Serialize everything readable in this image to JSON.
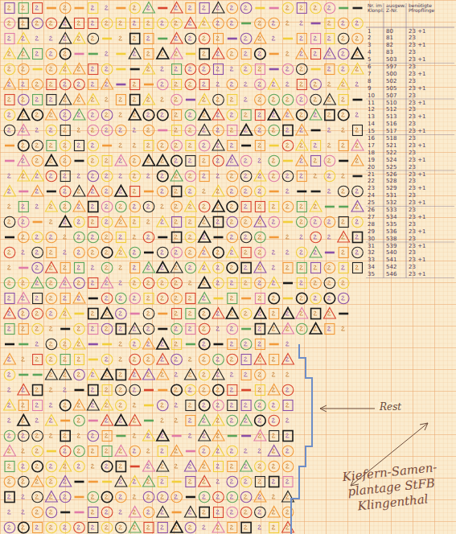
{
  "diagram": {
    "title": "Kiefern-Samen- plantage StFB Klingenthal",
    "labels": [
      "Nr. im Klonpl.",
      "ausgew. Z-Nr.",
      "benötigte Pfropflinge",
      "1",
      "80",
      "23 +1",
      "2",
      "81",
      "23",
      "3",
      "82",
      "23 +1",
      "4",
      "83",
      "23",
      "5",
      "503",
      "23 +1",
      "6",
      "597",
      "23",
      "7",
      "500",
      "23 +1",
      "8",
      "502",
      "23",
      "9",
      "505",
      "23 +1",
      "10",
      "507",
      "23",
      "11",
      "510",
      "23 +1",
      "12",
      "512",
      "23",
      "13",
      "513",
      "23 +1",
      "14",
      "516",
      "23",
      "15",
      "517",
      "23 +1",
      "16",
      "518",
      "23",
      "17",
      "521",
      "23 +1",
      "18",
      "522",
      "23",
      "19",
      "524",
      "23 +1",
      "20",
      "525",
      "23",
      "21",
      "526",
      "23 +1",
      "22",
      "528",
      "23",
      "23",
      "529",
      "23 +1",
      "24",
      "531",
      "23",
      "25",
      "532",
      "23 +1",
      "26",
      "533",
      "23",
      "27",
      "534",
      "23 +1",
      "28",
      "535",
      "23",
      "29",
      "536",
      "23 +1",
      "30",
      "538",
      "23",
      "31",
      "539",
      "23 +1",
      "32",
      "540",
      "23",
      "33",
      "541",
      "23 +1",
      "34",
      "542",
      "23",
      "35",
      "546",
      "23 +1",
      "Rest"
    ]
  }
}
